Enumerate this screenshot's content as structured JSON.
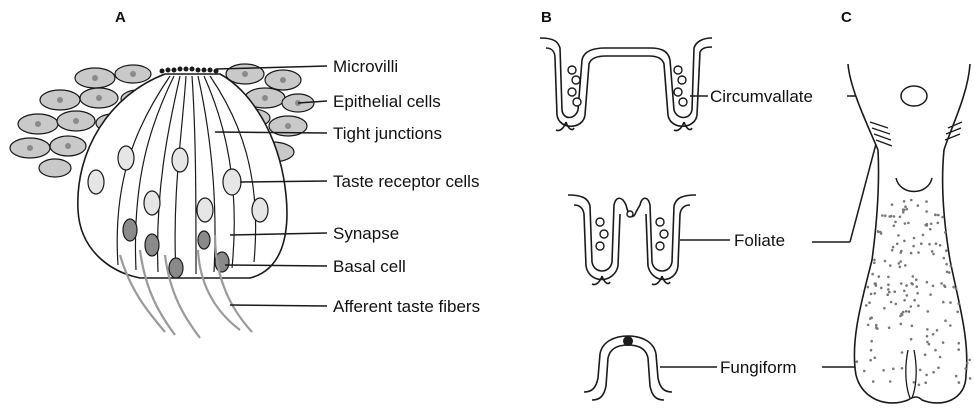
{
  "panels": {
    "a": {
      "letter": "A",
      "labels": {
        "microvilli": "Microvilli",
        "epithelial_cells": "Epithelial cells",
        "tight_junctions": "Tight junctions",
        "taste_receptor_cells": "Taste receptor cells",
        "synapse": "Synapse",
        "basal_cell": "Basal cell",
        "afferent_fibers": "Afferent taste fibers"
      }
    },
    "b": {
      "letter": "B",
      "labels": {
        "circumvallate": "Circumvallate",
        "foliate": "Foliate",
        "fungiform": "Fungiform"
      }
    },
    "c": {
      "letter": "C"
    }
  },
  "colors": {
    "line": "#1a1a1a",
    "cell_fill": "#c9c9c9",
    "nucleus": "#8a8a8a",
    "receptor_fill": "#e6e6e6",
    "fiber": "#9a9a9a"
  }
}
